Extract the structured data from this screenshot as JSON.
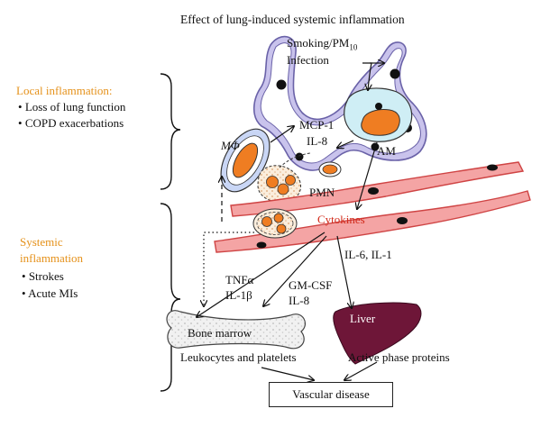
{
  "title": "Effect of lung-induced systemic inflammation",
  "local": {
    "heading": "Local inflammation:",
    "items": [
      "Loss of lung function",
      "COPD exacerbations"
    ]
  },
  "systemic": {
    "heading_line1": "Systemic",
    "heading_line2": "inflammation",
    "items": [
      "Strokes",
      "Acute MIs"
    ]
  },
  "labels": {
    "smoking": "Smoking/PM",
    "smoking_sub": "10",
    "infection": "Infection",
    "macrophage": "MΦ",
    "mcp1": "MCP-1",
    "il8": "IL-8",
    "am": "AM",
    "pmn": "PMN",
    "cytokines": "Cytokines",
    "tnf": "TNFα",
    "il1b": "IL-1β",
    "gmcsf": "GM-CSF",
    "il8_2": "IL-8",
    "il6": "IL-6, IL-1",
    "liver": "Liver",
    "bone_marrow": "Bone marrow",
    "leukocytes": "Leukocytes and platelets",
    "active_phase": "Active phase proteins",
    "vascular": "Vascular disease"
  },
  "colors": {
    "airway_fill": "#c9c3ec",
    "airway_stroke": "#6a62a8",
    "vessel": "#f4a4a4",
    "vessel_stroke": "#cf4444",
    "cell_nucleus": "#ef7d22",
    "liver": "#6e1638",
    "section_heading": "#e5911a",
    "cytokines": "#d22a1a"
  }
}
